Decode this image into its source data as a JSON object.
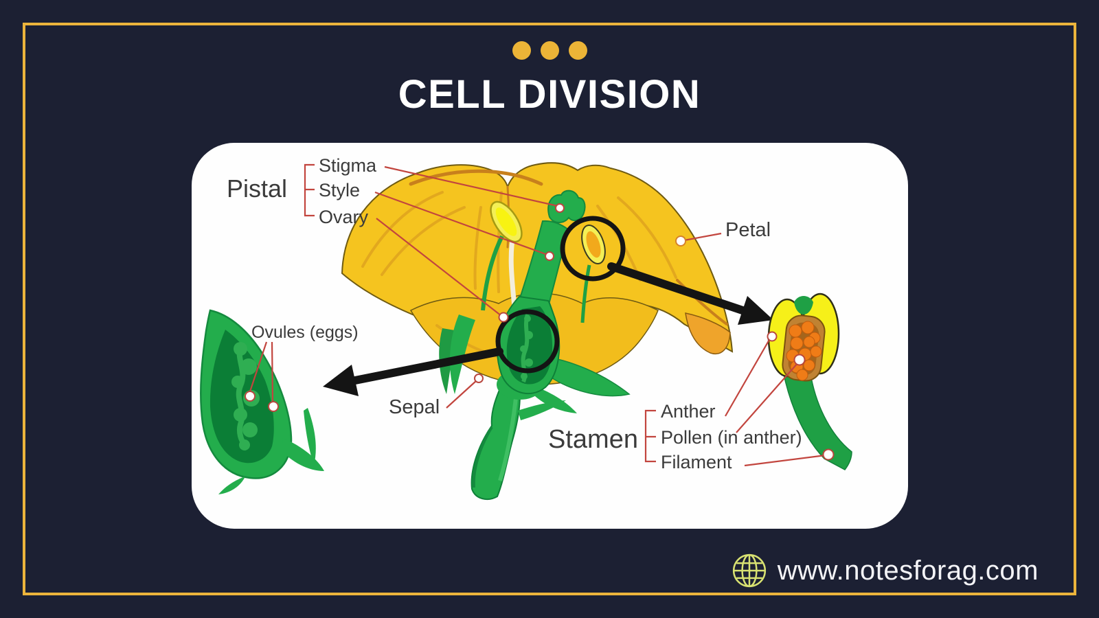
{
  "slide": {
    "title": "CELL DIVISION",
    "decor_dots_count": 3,
    "colors": {
      "background": "#1c2033",
      "frame_gold": "#ecb43c",
      "title_text": "#ffffff",
      "card_background": "#fefefe"
    }
  },
  "diagram": {
    "pistal_group": {
      "label": "Pistal",
      "stigma": "Stigma",
      "style": "Style",
      "ovary": "Ovary"
    },
    "stamen_group": {
      "label": "Stamen",
      "anther": "Anther",
      "pollen": "Pollen (in anther)",
      "filament": "Filament"
    },
    "petal_label": "Petal",
    "sepal_label": "Sepal",
    "ovules_label": "Ovules (eggs)",
    "colors": {
      "petal_yellow": "#f5c41f",
      "petal_shade": "#e0a51e",
      "petal_underside_orange": "#efa42b",
      "leaf_green": "#23ad4c",
      "dark_green": "#0b7e36",
      "ovule_light_green": "#2fae52",
      "anther_yellow": "#f6f019",
      "pollen_orange": "#ef7c17",
      "leader_line_red": "#c2453e",
      "annotation_black": "#141414",
      "label_text": "#3b3b3b"
    }
  },
  "footer": {
    "website": "www.notesforag.com",
    "globe_icon_color": "#d9e272"
  }
}
